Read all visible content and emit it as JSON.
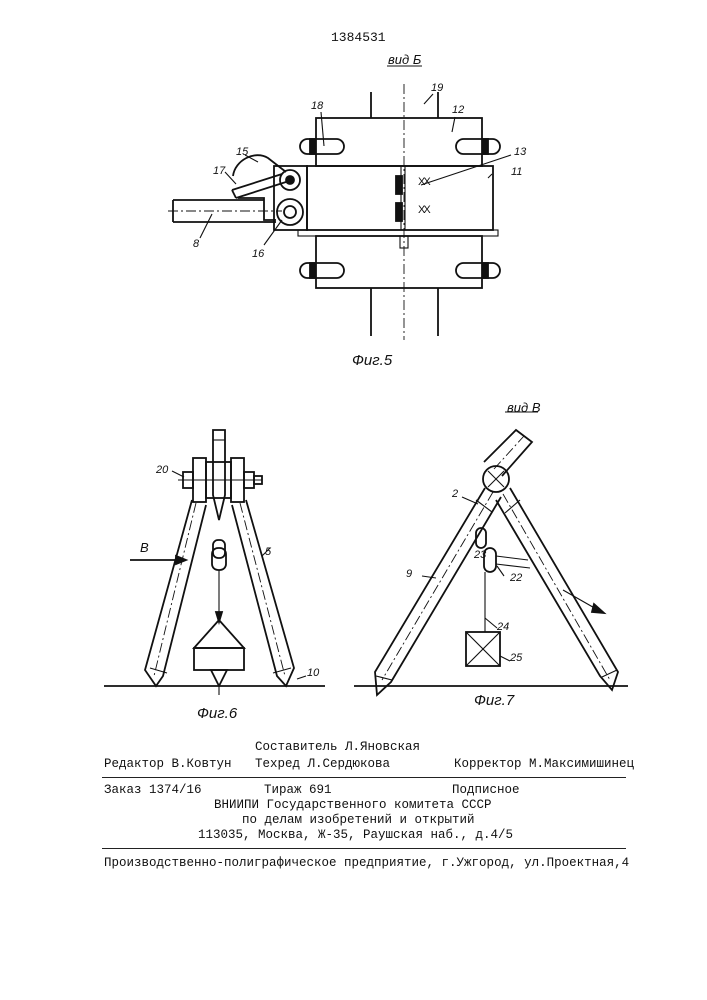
{
  "doc_number": "1384531",
  "figures": {
    "fig5": {
      "caption": "Фиг.5",
      "view": "вид Б",
      "labels": [
        "19",
        "18",
        "12",
        "15",
        "13",
        "17",
        "11",
        "8",
        "16"
      ],
      "marks": "XX"
    },
    "fig6": {
      "caption": "Фиг.6",
      "labels": [
        "20",
        "В",
        "5",
        "10"
      ]
    },
    "fig7": {
      "caption": "Фиг.7",
      "view": "вид В",
      "labels": [
        "2",
        "23",
        "9",
        "22",
        "24",
        "25"
      ]
    }
  },
  "colophon": {
    "compiler": "Составитель Л.Яновская",
    "editor": "Редактор В.Ковтун",
    "techred": "Техред Л.Сердюкова",
    "corrector": "Корректор М.Максимишинец",
    "order": "Заказ 1374/16",
    "print_run": "Тираж 691",
    "subscription": "Подписное",
    "org_line1": "ВНИИПИ Государственного комитета СССР",
    "org_line2": "по делам изобретений и открытий",
    "address": "113035, Москва, Ж-35, Раушская наб., д.4/5",
    "printer": "Производственно-полиграфическое предприятие, г.Ужгород, ул.Проектная,4"
  }
}
